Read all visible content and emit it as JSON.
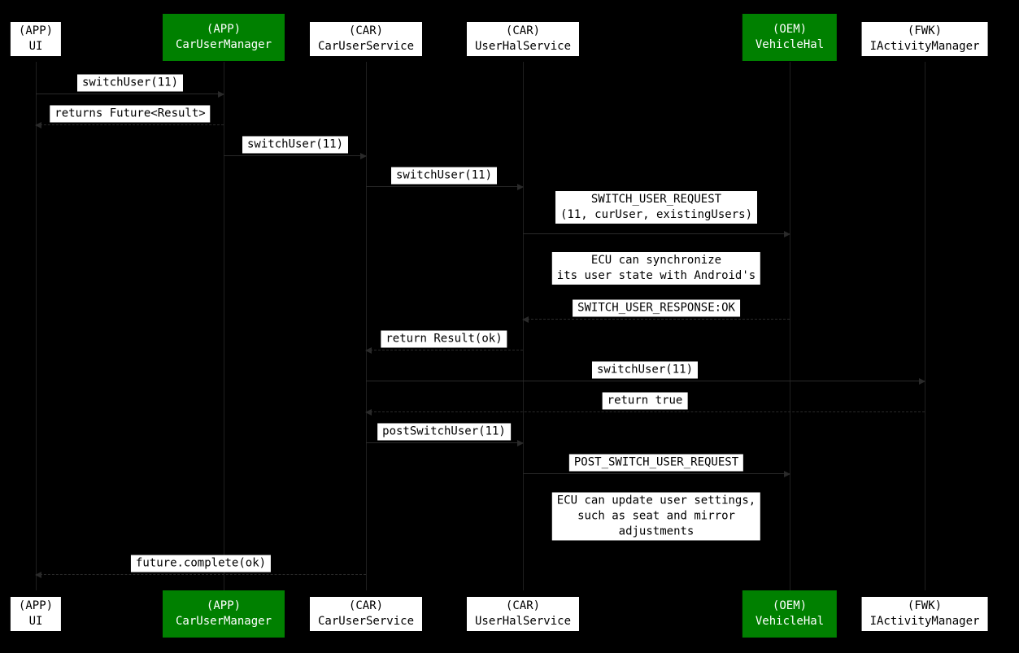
{
  "colors": {
    "background": "#000000",
    "participant_green": "#008000",
    "participant_white": "#ffffff",
    "label_background": "#ffffff",
    "label_text": "#000000"
  },
  "participants": [
    {
      "group": "(APP)",
      "name": "UI",
      "style": "white"
    },
    {
      "group": "(APP)",
      "name": "CarUserManager",
      "style": "green"
    },
    {
      "group": "(CAR)",
      "name": "CarUserService",
      "style": "white"
    },
    {
      "group": "(CAR)",
      "name": "UserHalService",
      "style": "white"
    },
    {
      "group": "(OEM)",
      "name": "VehicleHal",
      "style": "green"
    },
    {
      "group": "(FWK)",
      "name": "IActivityManager",
      "style": "white"
    }
  ],
  "messages": [
    {
      "label": "switchUser(11)",
      "from": "UI",
      "to": "CarUserManager",
      "type": "call"
    },
    {
      "label": "returns Future<Result>",
      "from": "CarUserManager",
      "to": "UI",
      "type": "return"
    },
    {
      "label": "switchUser(11)",
      "from": "CarUserManager",
      "to": "CarUserService",
      "type": "call"
    },
    {
      "label": "switchUser(11)",
      "from": "CarUserService",
      "to": "UserHalService",
      "type": "call"
    },
    {
      "label": "SWITCH_USER_REQUEST\n(11, curUser, existingUsers)",
      "from": "UserHalService",
      "to": "VehicleHal",
      "type": "call"
    },
    {
      "label": "SWITCH_USER_RESPONSE:OK",
      "from": "VehicleHal",
      "to": "UserHalService",
      "type": "return"
    },
    {
      "label": "return Result(ok)",
      "from": "UserHalService",
      "to": "CarUserService",
      "type": "return"
    },
    {
      "label": "switchUser(11)",
      "from": "CarUserService",
      "to": "IActivityManager",
      "type": "call"
    },
    {
      "label": "return true",
      "from": "IActivityManager",
      "to": "CarUserService",
      "type": "return"
    },
    {
      "label": "postSwitchUser(11)",
      "from": "CarUserService",
      "to": "UserHalService",
      "type": "call"
    },
    {
      "label": "POST_SWITCH_USER_REQUEST",
      "from": "UserHalService",
      "to": "VehicleHal",
      "type": "call"
    },
    {
      "label": "future.complete(ok)",
      "from": "CarUserService",
      "to": "UI",
      "type": "return"
    }
  ],
  "notes": [
    {
      "text": "ECU can synchronize\nits user state with Android's",
      "over": "UserHalService, VehicleHal"
    },
    {
      "text": "ECU can update user settings,\nsuch as seat and mirror\nadjustments",
      "over": "UserHalService, VehicleHal"
    }
  ]
}
